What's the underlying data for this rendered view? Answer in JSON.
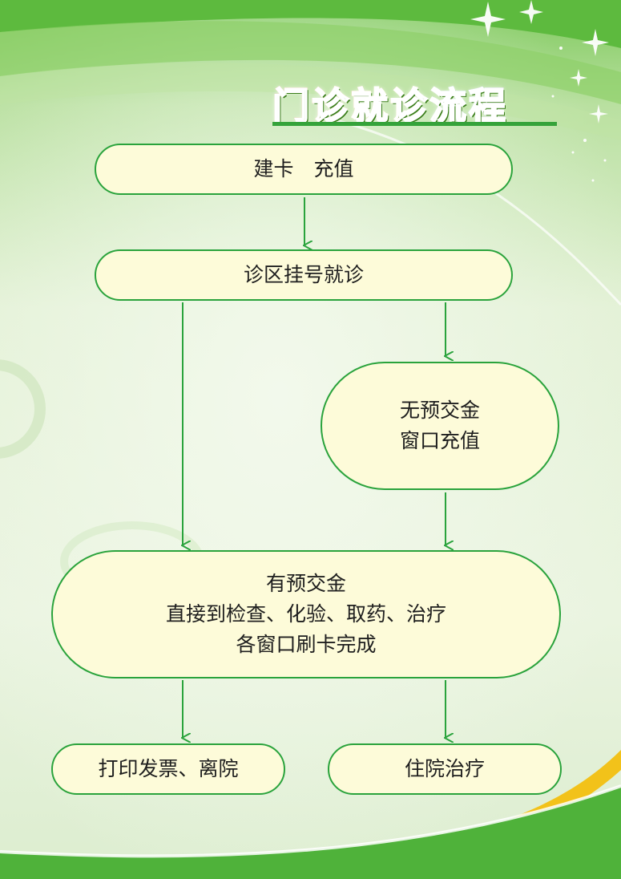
{
  "title": "门诊就诊流程",
  "colors": {
    "node_fill": "#fdfbd9",
    "node_border": "#2aa33c",
    "arrow": "#2aa33c",
    "bg_light": "#e6f3d9",
    "bg_green": "#4fb23a"
  },
  "nodes": {
    "build_card": "建卡　充值",
    "register": "诊区挂号就诊",
    "no_deposit": {
      "line1": "无预交金",
      "line2": "窗口充值"
    },
    "has_deposit": {
      "line1": "有预交金",
      "line2": "直接到检查、化验、取药、治疗",
      "line3": "各窗口刷卡完成"
    },
    "print_invoice": "打印发票、离院",
    "hospitalize": "住院治疗"
  },
  "edges": [
    {
      "from": "build_card",
      "to": "register"
    },
    {
      "from": "register",
      "to": "has_deposit"
    },
    {
      "from": "register",
      "to": "no_deposit"
    },
    {
      "from": "no_deposit",
      "to": "has_deposit"
    },
    {
      "from": "has_deposit",
      "to": "print_invoice"
    },
    {
      "from": "has_deposit",
      "to": "hospitalize"
    }
  ]
}
